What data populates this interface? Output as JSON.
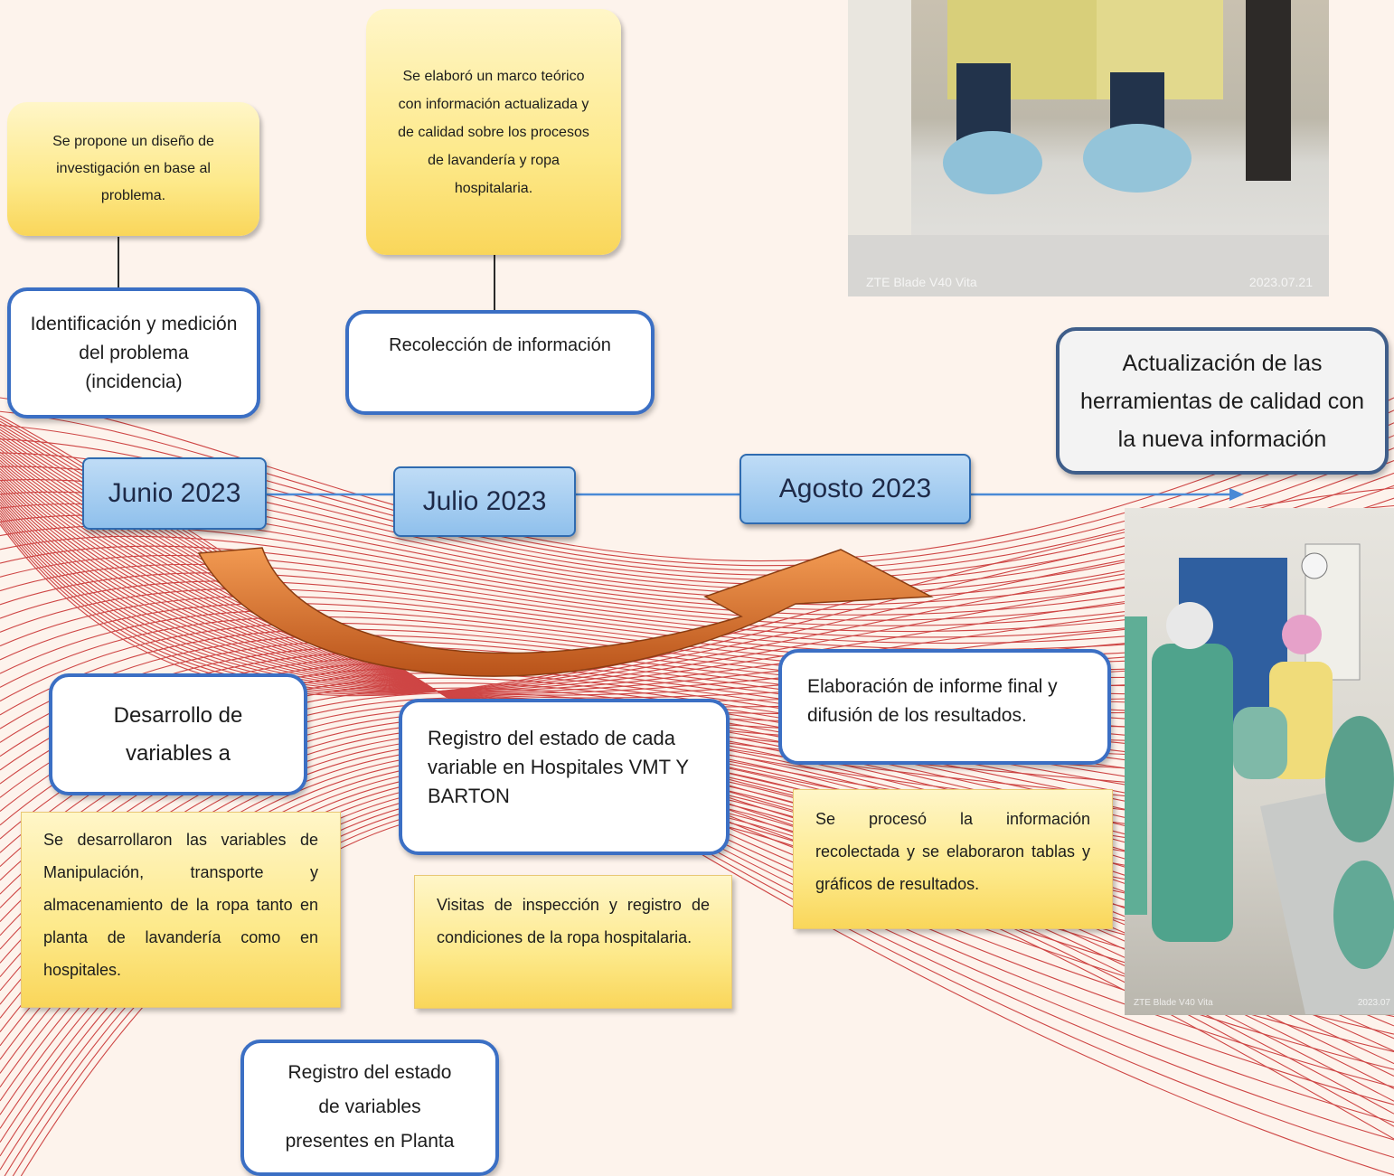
{
  "timeline": {
    "months": [
      "Junio 2023",
      "Julio 2023",
      "Agosto 2023"
    ]
  },
  "notes": {
    "june_top": "Se propone un diseño de investigación en base al problema.",
    "july_top": "Se elaboró un marco teórico con información actualizada y de calidad sobre los procesos de lavandería y ropa hospitalaria.",
    "variables": "Se desarrollaron las variables de Manipulación, transporte y almacenamiento de la ropa tanto en planta de lavandería como en hospitales.",
    "inspection": "Visitas de inspección y registro de condiciones de la ropa hospitalaria.",
    "processing": "Se procesó la información recolectada y se elaboraron tablas y gráficos de resultados."
  },
  "boxes": {
    "identification": "Identificación y medición del problema (incidencia)",
    "collection": "Recolección de información",
    "update": "Actualización de las herramientas de calidad con la nueva información",
    "development": "Desarrollo de variables a",
    "hospital_registry": "Registro del estado de cada variable en Hospitales VMT Y BARTON",
    "final_report": "Elaboración de informe final y difusión de los resultados.",
    "plant_registry": "Registro del estado de variables presentes en Planta"
  },
  "photos": {
    "top": {
      "brand": "ZTE Blade V40 Vita",
      "date": "2023.07.21"
    },
    "bottom": {
      "brand": "ZTE Blade V40 Vita",
      "date": "2023.07"
    }
  },
  "colors": {
    "box_border": "#3b6fc4",
    "wave_lines": "#c62828",
    "arrow": "#e07a2c",
    "timeline": "#4a8ad6"
  }
}
